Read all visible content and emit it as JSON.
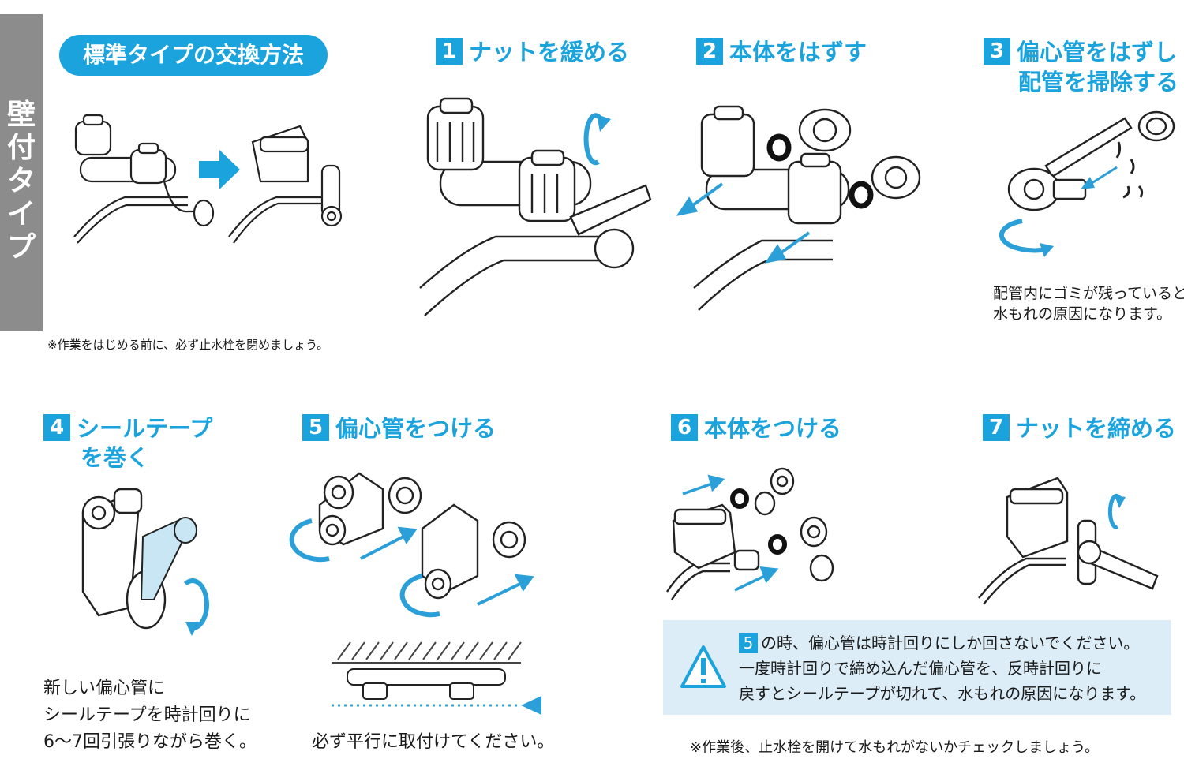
{
  "side_tab": {
    "chars": [
      "壁",
      "付",
      "タ",
      "イ",
      "プ"
    ]
  },
  "header": {
    "title": "標準タイプの交換方法"
  },
  "notes": {
    "before": "※作業をはじめる前に、必ず止水栓を閉めましょう。",
    "after": "※作業後、止水栓を開けて水もれがないかチェックしましょう。"
  },
  "steps": [
    {
      "num": "1",
      "title": "ナットを緩める"
    },
    {
      "num": "2",
      "title": "本体をはずす"
    },
    {
      "num": "3",
      "title_lines": [
        "偏心管をはずし",
        "配管を掃除する"
      ],
      "caption_lines": [
        "配管内にゴミが残っていると",
        "水もれの原因になります。"
      ]
    },
    {
      "num": "4",
      "title_lines": [
        "シールテープ",
        "を巻く"
      ],
      "caption_lines": [
        "新しい偏心管に",
        "シールテープを時計回りに",
        "6〜7回引張りながら巻く。"
      ]
    },
    {
      "num": "5",
      "title": "偏心管をつける",
      "caption": "必ず平行に取付けてください。"
    },
    {
      "num": "6",
      "title": "本体をつける"
    },
    {
      "num": "7",
      "title": "ナットを締める"
    }
  ],
  "warning": {
    "ref_num": "5",
    "line1": "の時、偏心管は時計回りにしか回さないでください。",
    "line2": "一度時計回りで締め込んだ偏心管を、反時計回りに",
    "line3": "戻すとシールテープが切れて、水もれの原因になります。"
  },
  "colors": {
    "accent": "#1aa3dd",
    "side_tab": "#8c8c8c",
    "warning_bg": "#dcedf7",
    "arrow": "#2a9fd8"
  }
}
